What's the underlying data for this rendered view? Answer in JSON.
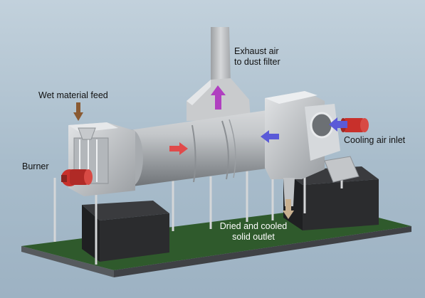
{
  "labels": {
    "exhaust_air_line1": "Exhaust air",
    "exhaust_air_line2": "to dust filter",
    "wet_material_feed": "Wet material feed",
    "burner": "Burner",
    "cooling_air_inlet": "Cooling air inlet",
    "dried_cooled_line1": "Dried and cooled",
    "dried_cooled_line2": "solid outlet"
  },
  "colors": {
    "background_top": "#c2d1dc",
    "background_bottom": "#9db2c3",
    "machine_gray": "#b9bcbf",
    "base_plate_green": "#2f5a2c",
    "support_block": "#2b2c2e",
    "burner_red": "#c8302b",
    "inlet_arrow_red": "#e04a4a",
    "cooling_arrow_blue": "#5a5ad8",
    "exhaust_arrow_magenta": "#b040c0",
    "feed_arrow_brown": "#8a5a32",
    "outlet_arrow_tan": "#c8b090",
    "cooler_ring_teal": "#30b8a0"
  }
}
